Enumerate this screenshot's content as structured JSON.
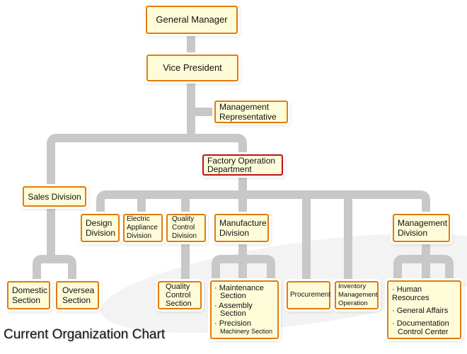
{
  "title": "Current Organization Chart",
  "nodes": {
    "general_manager": "General Manager",
    "vice_president": "Vice President",
    "management_representative": [
      "Management",
      "Representative"
    ],
    "factory_operation": [
      "Factory Operation",
      "Department"
    ],
    "sales_division": "Sales Division",
    "design_division": [
      "Design",
      "Division"
    ],
    "electric_appliance_division": [
      "Electric",
      "Appliance",
      "Division"
    ],
    "quality_control_division": [
      "Quality",
      "Control",
      "Division"
    ],
    "manufacture_division": [
      "Manufacture",
      "Division"
    ],
    "management_division": [
      "Management",
      "Division"
    ],
    "domestic_section": [
      "Domestic",
      "Section"
    ],
    "oversea_section": [
      "Oversea",
      "Section"
    ],
    "quality_control_section": [
      "Quality",
      "Control",
      "Section"
    ],
    "manufacture_sections": [
      "· Maintenance",
      "Section",
      "· Assembly",
      "Section",
      "· Precision",
      "Machinery Section"
    ],
    "procurement": "Procurement",
    "inventory": [
      "Inventory",
      "Management",
      "Operation"
    ],
    "management_sections": [
      "· Human Resources",
      "· General Affairs",
      "· Documentation",
      "Control Center"
    ]
  },
  "colors": {
    "border": "#e07c10",
    "highlight_border": "#c0101a",
    "fill": "#fefcd8",
    "line": "#c8c8c8"
  }
}
